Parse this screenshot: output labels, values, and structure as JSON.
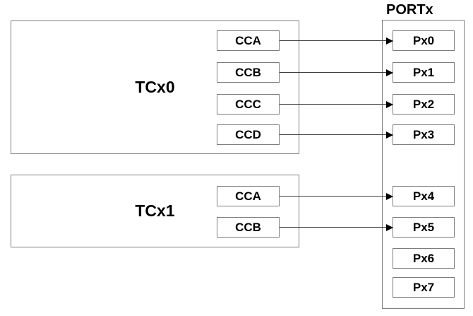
{
  "colors": {
    "background": "#ffffff",
    "box_border": "#7d7d7d",
    "text": "#000000",
    "arrow_line": "#404040",
    "arrow_head": "#000000"
  },
  "port": {
    "title": "PORTx",
    "pins": [
      "Px0",
      "Px1",
      "Px2",
      "Px3",
      "Px4",
      "Px5",
      "Px6",
      "Px7"
    ]
  },
  "timers": [
    {
      "label": "TCx0",
      "channels": [
        "CCA",
        "CCB",
        "CCC",
        "CCD"
      ]
    },
    {
      "label": "TCx1",
      "channels": [
        "CCA",
        "CCB"
      ]
    }
  ],
  "connections": [
    {
      "from": "TCx0.CCA",
      "to": "Px0"
    },
    {
      "from": "TCx0.CCB",
      "to": "Px1"
    },
    {
      "from": "TCx0.CCC",
      "to": "Px2"
    },
    {
      "from": "TCx0.CCD",
      "to": "Px3"
    },
    {
      "from": "TCx1.CCA",
      "to": "Px4"
    },
    {
      "from": "TCx1.CCB",
      "to": "Px5"
    }
  ]
}
